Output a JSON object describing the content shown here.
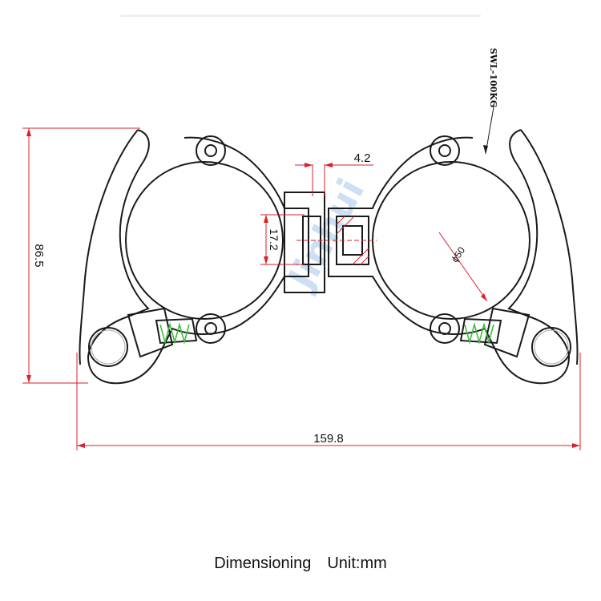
{
  "drawing": {
    "model_mark": "SWL-100KG",
    "dimensions": {
      "overall_width": "159.8",
      "overall_height": "86.5",
      "slot_width": "4.2",
      "bolt_height": "17.2",
      "tube_diameter": "ϕ50"
    },
    "colors": {
      "outline": "#1a1a1a",
      "dimension": "#d9202a",
      "spring": "#3fbf3f",
      "watermark": "#4a90d9"
    }
  },
  "caption": {
    "title": "Dimensioning",
    "unit": "Unit:mm"
  }
}
